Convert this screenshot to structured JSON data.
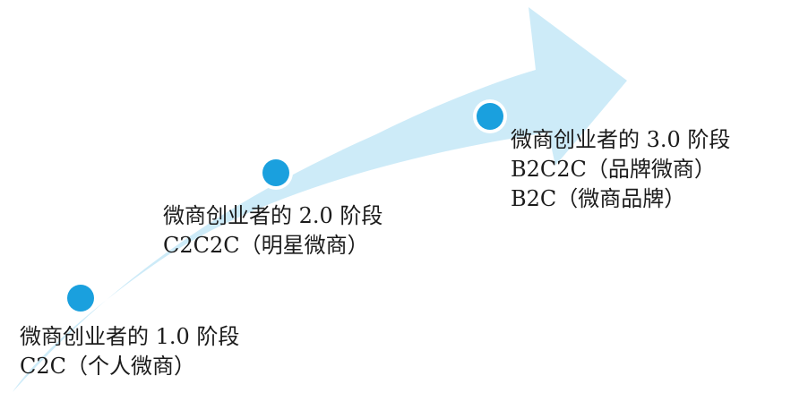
{
  "colors": {
    "arrow_fill": "#cdebf8",
    "dot_fill": "#1aa0de",
    "dot_ring": "#ffffff",
    "text": "#1b1b1b"
  },
  "stages": [
    {
      "lines": [
        "微商创业者的 1.0 阶段",
        "C2C（个人微商）"
      ]
    },
    {
      "lines": [
        "微商创业者的 2.0 阶段",
        "C2C2C（明星微商）"
      ]
    },
    {
      "lines": [
        "微商创业者的 3.0 阶段",
        "B2C2C（品牌微商）",
        "B2C（微商品牌）"
      ]
    }
  ]
}
